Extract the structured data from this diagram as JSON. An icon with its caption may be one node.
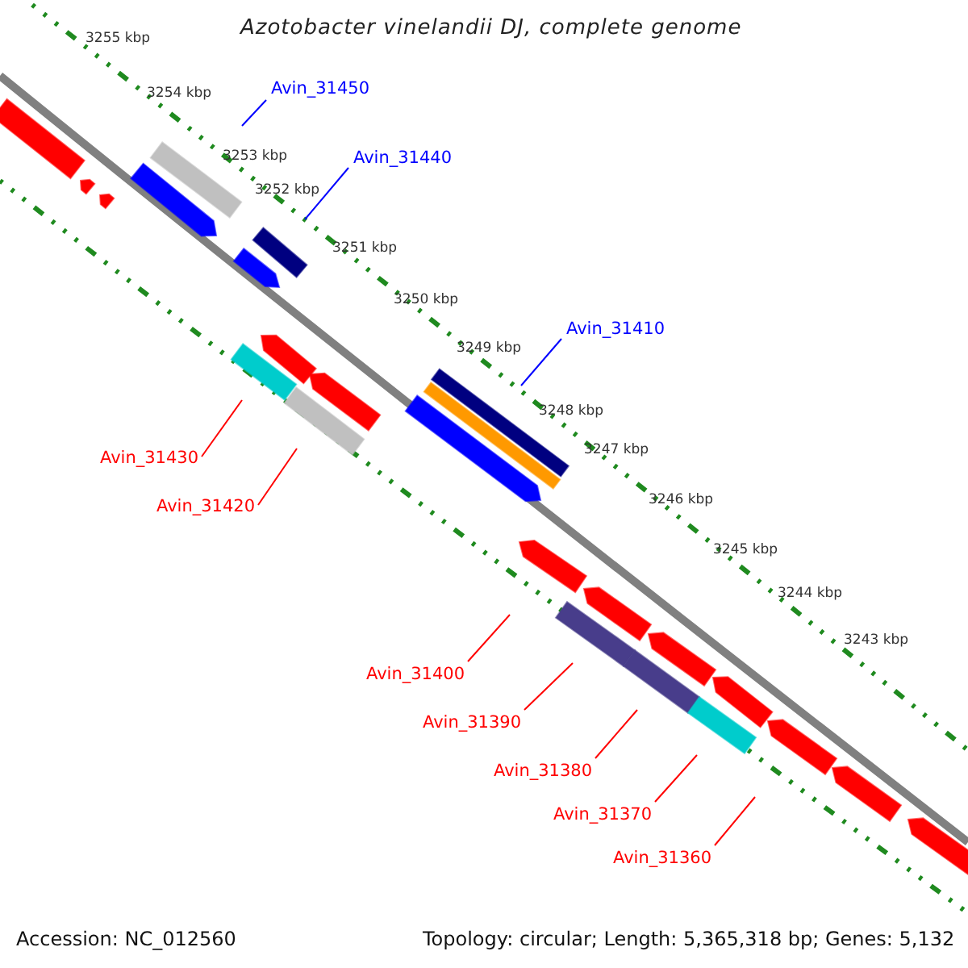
{
  "diagram": {
    "title": "Azotobacter vinelandii DJ, complete genome",
    "nodes": [
      {
        "text": [
          "Avin_31450"
        ]
      },
      {
        "text": [
          "Avin_31440"
        ]
      },
      {
        "text": [
          "Avin_31410"
        ]
      },
      {
        "text": [
          "Avin_31430"
        ]
      },
      {
        "text": [
          "Avin_31420"
        ]
      },
      {
        "text": [
          "Avin_31400"
        ]
      },
      {
        "text": [
          "Avin_31390"
        ]
      },
      {
        "text": [
          "Avin_31380"
        ]
      },
      {
        "text": [
          "Avin_31370"
        ]
      },
      {
        "text": [
          "Avin_31360"
        ]
      }
    ],
    "edges": [
      {
        "from": 0,
        "to": null,
        "arrow": "none",
        "color": "#0000ff"
      },
      {
        "from": 1,
        "to": null,
        "arrow": "none",
        "color": "#0000ff"
      },
      {
        "from": 2,
        "to": null,
        "arrow": "none",
        "color": "#0000ff"
      },
      {
        "from": 3,
        "to": null,
        "arrow": "none"
      },
      {
        "from": 4,
        "to": null,
        "arrow": "none"
      },
      {
        "from": 5,
        "to": null,
        "arrow": "none"
      },
      {
        "from": 6,
        "to": null,
        "arrow": "none"
      },
      {
        "from": 7,
        "to": null,
        "arrow": "none"
      },
      {
        "from": 8,
        "to": null,
        "arrow": "none"
      },
      {
        "from": 9,
        "to": null,
        "arrow": "none"
      }
    ],
    "labels": [
      "3255 kbp",
      "3254 kbp",
      "3253 kbp",
      "3252 kbp",
      "3251 kbp",
      "3250 kbp",
      "3249 kbp",
      "3248 kbp",
      "3247 kbp",
      "3246 kbp",
      "3245 kbp",
      "3244 kbp",
      "3243 kbp",
      "Accession: NC_012560",
      "Topology: circular; Length: 5,365,318 bp; Genes: 5,132"
    ]
  }
}
